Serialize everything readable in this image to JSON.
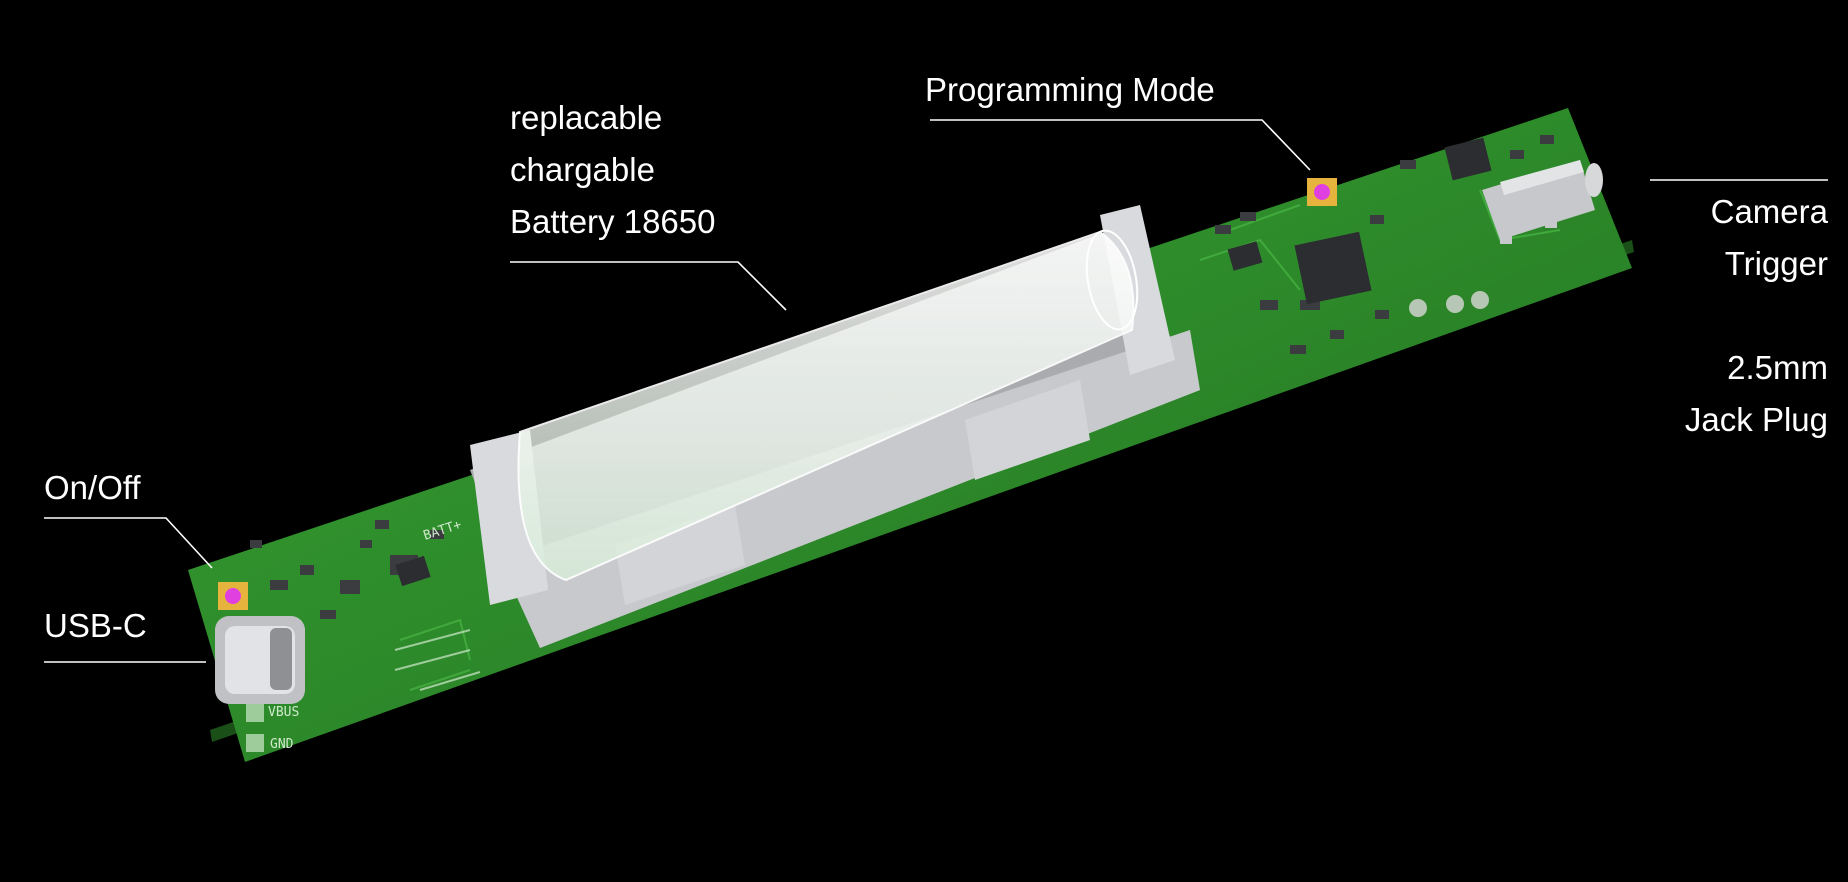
{
  "callouts": {
    "battery": {
      "lines": [
        "replacable",
        "chargable",
        "Battery 18650"
      ]
    },
    "programming": {
      "text": "Programming Mode"
    },
    "camera": {
      "lines": [
        "Camera",
        "Trigger"
      ]
    },
    "jack": {
      "lines": [
        "2.5mm",
        "Jack Plug"
      ]
    },
    "onoff": {
      "text": "On/Off"
    },
    "usbc": {
      "text": "USB-C"
    }
  },
  "silkscreen": {
    "vbus": "VBUS",
    "gnd": "GND",
    "batt": "BATT+"
  },
  "colors": {
    "background": "#000000",
    "pcb": "#2f8a2c",
    "pcb_dark": "#1c5e1a",
    "holder": "#d4d6d9",
    "button_cap": "#e040e0",
    "button_base": "#e6b43c",
    "chip": "#2b2d30",
    "leader": "#ffffff"
  }
}
